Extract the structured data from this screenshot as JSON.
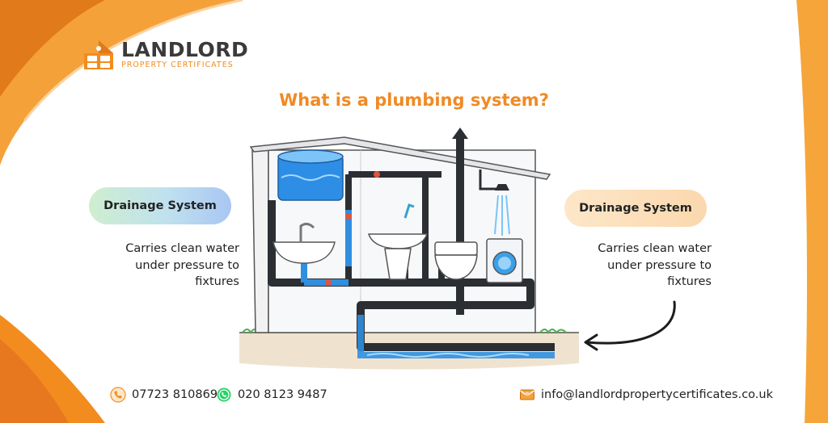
{
  "brand": {
    "name": "LANDLORD",
    "tagline": "PROPERTY CERTIFICATES"
  },
  "headline": "What is a plumbing system?",
  "left_panel": {
    "label": "Drainage System",
    "description": [
      "Carries clean water",
      "under pressure to",
      "fixtures"
    ]
  },
  "right_panel": {
    "label": "Drainage System",
    "description": [
      "Carries clean water",
      "under pressure to",
      "fixtures"
    ]
  },
  "contact": {
    "phone": "07723 810869",
    "whatsapp": "020 8123 9487",
    "email": "info@landlordpropertycertificates.co.uk"
  },
  "icons": {
    "phone": "phone-icon",
    "whatsapp": "whatsapp-icon",
    "email": "email-icon"
  },
  "colors": {
    "accent_orange": "#f28c1e",
    "pipe_black": "#2b2e33",
    "pipe_blue": "#2f8fe0",
    "water_blue": "#5fb8f0"
  }
}
